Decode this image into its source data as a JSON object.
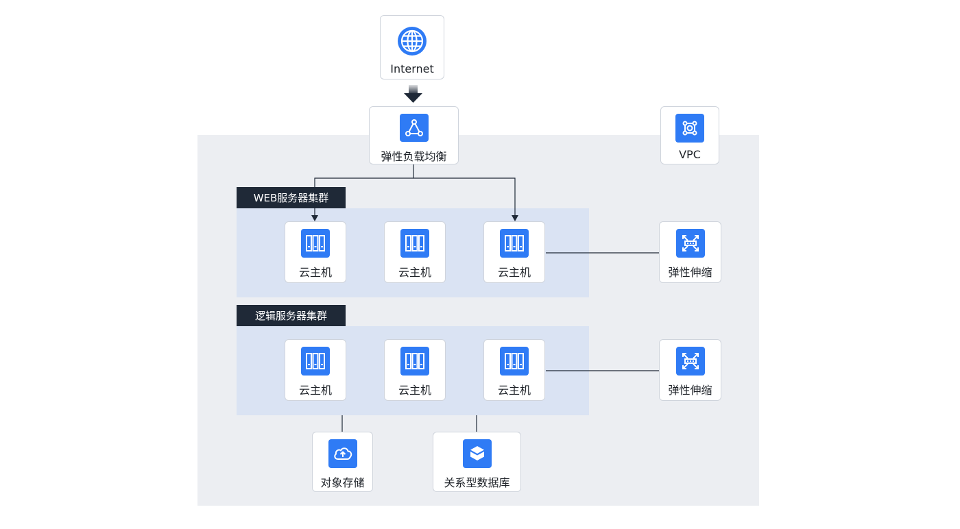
{
  "internet": {
    "label": "Internet",
    "icon": "globe-icon"
  },
  "load_balancer": {
    "label": "弹性负载均衡",
    "icon": "load-balancer-icon"
  },
  "vpc": {
    "label": "VPC",
    "icon": "vpc-icon"
  },
  "web_cluster": {
    "title": "WEB服务器集群",
    "servers": [
      {
        "label": "云主机",
        "icon": "server-icon"
      },
      {
        "label": "云主机",
        "icon": "server-icon"
      },
      {
        "label": "云主机",
        "icon": "server-icon"
      }
    ],
    "autoscaling": {
      "label": "弹性伸缩",
      "icon": "auto-scaling-icon"
    }
  },
  "logic_cluster": {
    "title": "逻辑服务器集群",
    "servers": [
      {
        "label": "云主机",
        "icon": "server-icon"
      },
      {
        "label": "云主机",
        "icon": "server-icon"
      },
      {
        "label": "云主机",
        "icon": "server-icon"
      }
    ],
    "autoscaling": {
      "label": "弹性伸缩",
      "icon": "auto-scaling-icon"
    }
  },
  "object_storage": {
    "label": "对象存储",
    "icon": "cloud-upload-icon"
  },
  "database": {
    "label": "关系型数据库",
    "icon": "database-icon"
  },
  "colors": {
    "accent": "#2f7bf5",
    "vpc_bg": "#eceef2",
    "cluster_bg": "#dae3f3",
    "label_bg": "#1f2937",
    "line": "#1f2937"
  }
}
